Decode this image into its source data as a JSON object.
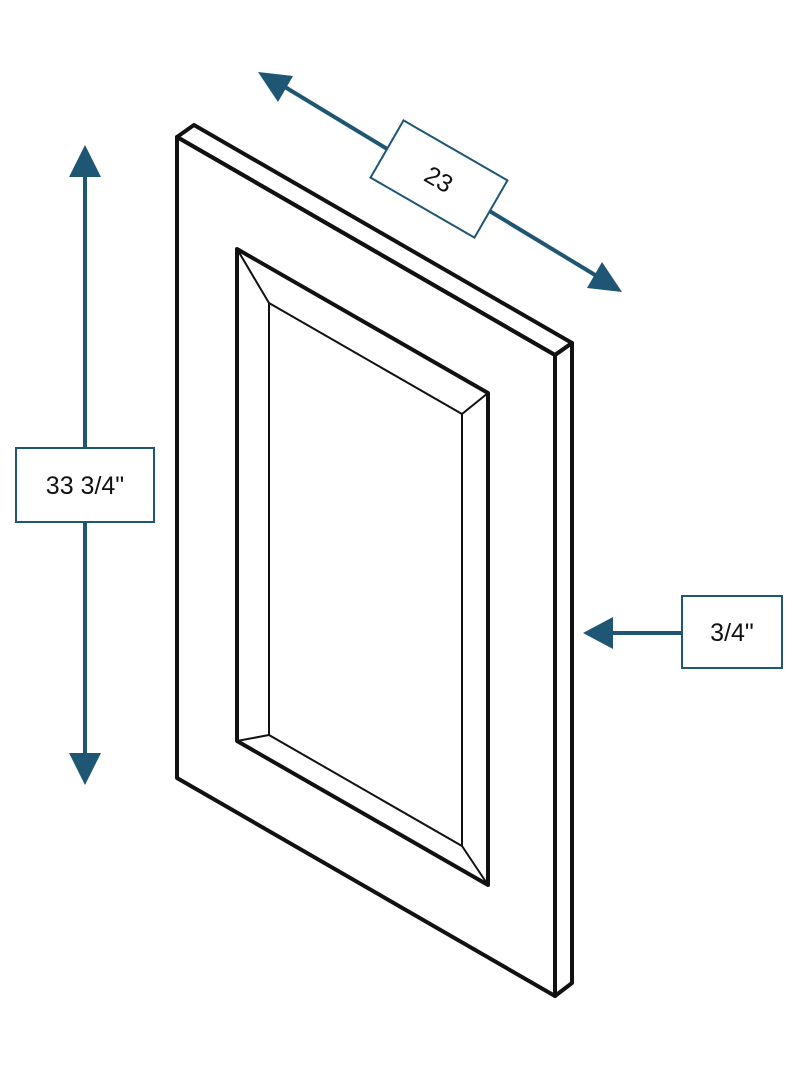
{
  "dimensions": {
    "width": "23",
    "height": "33 3/4\"",
    "thickness": "3/4\""
  },
  "colors": {
    "dimension": "#1e5673",
    "outline": "#111111",
    "background": "#ffffff"
  }
}
